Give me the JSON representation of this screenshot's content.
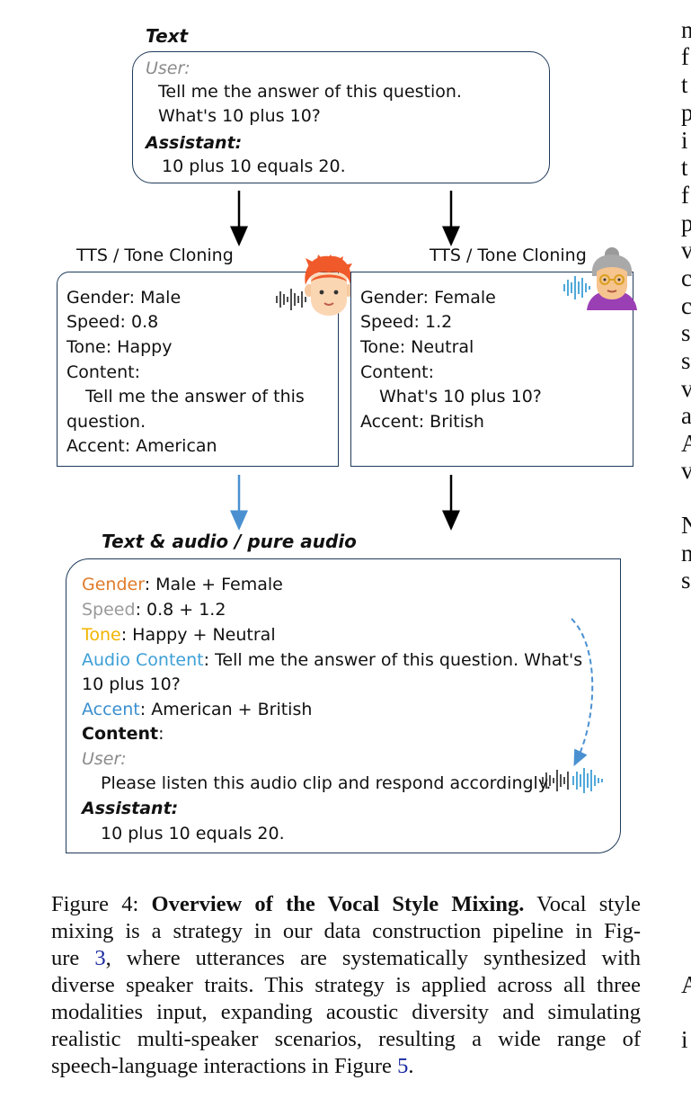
{
  "figure": {
    "text_title": "Text",
    "top_box": {
      "user_label": "User:",
      "user_line1": "Tell me the answer of this question.",
      "user_line2": "What's 10 plus 10?",
      "assistant_label": "Assistant:",
      "assistant_text": "10 plus 10 equals 20."
    },
    "tts_left_label": "TTS / Tone Cloning",
    "tts_right_label": "TTS / Tone Cloning",
    "left_box": {
      "gender": "Gender: Male",
      "speed": "Speed: 0.8",
      "tone": "Tone: Happy",
      "content_label": "Content:",
      "content_line1": "Tell me the answer of this",
      "content_line2": "question.",
      "accent": "Accent: American"
    },
    "right_box": {
      "gender": "Gender: Female",
      "speed": "Speed: 1.2",
      "tone": "Tone: Neutral",
      "content_label": "Content:",
      "content_line1": "What's 10 plus 10?",
      "accent": "Accent: British"
    },
    "mix_title": "Text & audio / pure audio",
    "mix_box": {
      "gender_key": "Gender",
      "gender_val": ": Male + Female",
      "speed_key": "Speed",
      "speed_val": ": 0.8 + 1.2",
      "tone_key": "Tone",
      "tone_val": ": Happy + Neutral",
      "audio_key": "Audio Content",
      "audio_val1": ": Tell me the answer of this question. What's",
      "audio_val2": "10 plus 10?",
      "accent_key": "Accent",
      "accent_val": ": American + British",
      "content_key": "Content",
      "content_colon": ":",
      "user_label": "User:",
      "user_text": "Please listen this audio clip and respond accordingly.",
      "assistant_label": "Assistant:",
      "assistant_text": "10 plus 10 equals 20."
    },
    "colors": {
      "gender": "#e07b2a",
      "speed": "#9a9a9a",
      "tone": "#f2b400",
      "audio": "#3d9fd6",
      "accent": "#3a8fd0",
      "arrow_blue": "#4a90d0",
      "box_border": "#1f3a5a"
    }
  },
  "caption": {
    "prefix": "Figure 4: ",
    "bold": "Overview of the Vocal Style Mixing.",
    "l1_rest": " Vocal style",
    "l2": "mixing is a strategy in our data construction pipeline in Fig-",
    "l3_a": "ure ",
    "l3_ref": "3",
    "l3_b": ", where utterances are systematically synthesized with",
    "l4": "diverse speaker traits. This strategy is applied across all three",
    "l5": "modalities input, expanding acoustic diversity and simulating",
    "l6": "realistic multi-speaker scenarios, resulting a wide range of",
    "l7_a": "speech-language interactions in Figure ",
    "l7_ref": "5",
    "l7_b": "."
  },
  "right_column_letters": [
    "n",
    "f",
    "t",
    "p",
    "i",
    "t",
    "f",
    "p",
    "v",
    "c",
    "c",
    "s",
    "s",
    "v",
    "a",
    "A",
    "v",
    "N",
    "n",
    "s",
    "A",
    "i"
  ]
}
